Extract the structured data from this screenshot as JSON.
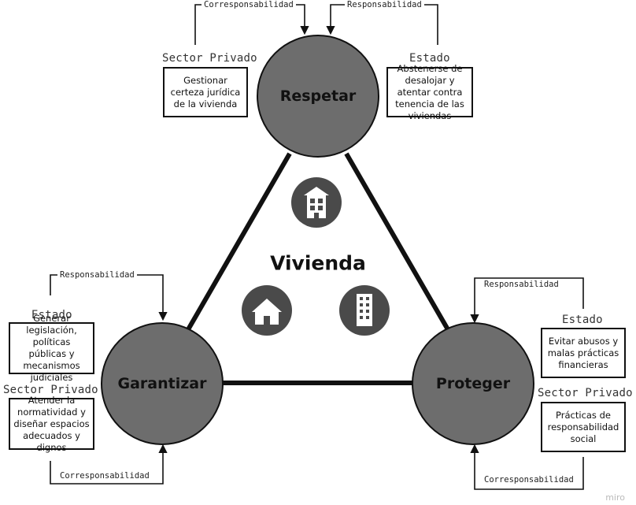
{
  "center": {
    "title": "Vivienda"
  },
  "nodes": {
    "respetar": {
      "label": "Respetar",
      "top_left_flow": "Corresponsabilidad",
      "top_right_flow": "Responsabilidad",
      "private_actor": "Sector Privado",
      "private_text": "Gestionar certeza jurídica de la vivienda",
      "state_actor": "Estado",
      "state_text": "Abstenerse de desalojar y atentar contra tenencia de las viviendas"
    },
    "garantizar": {
      "label": "Garantizar",
      "top_flow": "Responsabilidad",
      "bottom_flow": "Corresponsabilidad",
      "state_actor": "Estado",
      "state_text": "Generar legislación, políticas públicas y mecanismos judiciales",
      "private_actor": "Sector Privado",
      "private_text": "Atender la normatividad y diseñar espacios adecuados y dignos"
    },
    "proteger": {
      "label": "Proteger",
      "top_flow": "Responsabilidad",
      "bottom_flow": "Corresponsabilidad",
      "state_actor": "Estado",
      "state_text": "Evitar abusos y malas prácticas financieras",
      "private_actor": "Sector Privado",
      "private_text": "Prácticas de responsabilidad social"
    }
  },
  "icons": [
    "apartment-building-icon",
    "house-icon",
    "office-tower-icon"
  ],
  "colors": {
    "circle_fill": "#6d6d6d",
    "line": "#111111",
    "icon_fill": "#4a4a4a"
  },
  "watermark": "miro"
}
